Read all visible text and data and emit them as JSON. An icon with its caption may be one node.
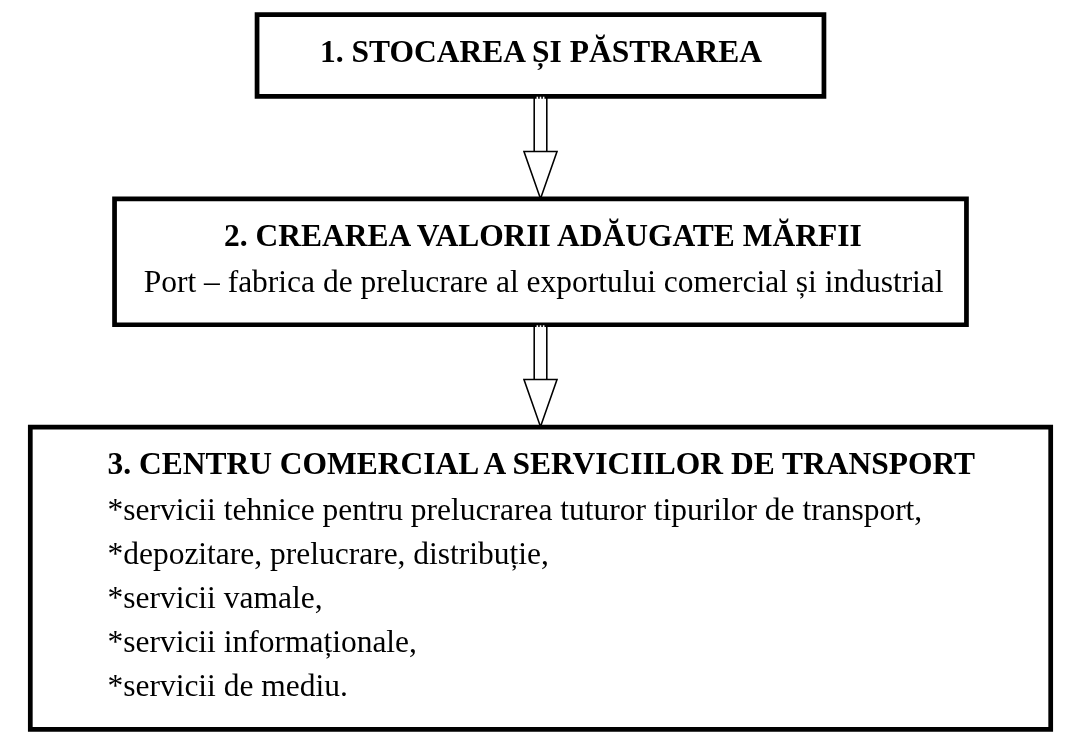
{
  "diagram": {
    "nodes": [
      {
        "text": [
          "1. STOCAREA ȘI PĂSTRAREA"
        ]
      },
      {
        "text": [
          "2. CREAREA VALORII ADĂUGATE MĂRFII",
          "Port – fabrica de prelucrare al exportului comercial și industrial"
        ]
      },
      {
        "text": [
          "3. CENTRU COMERCIAL A SERVICIILOR DE TRANSPORT",
          "*servicii tehnice pentru prelucrarea tuturor tipurilor de transport,",
          "*depozitare, prelucrare, distribuție,",
          "*servicii vamale,",
          "*servicii informaționale,",
          "*servicii de mediu."
        ]
      }
    ],
    "edges": [
      {
        "from": 0,
        "to": 1,
        "arrow": "to"
      },
      {
        "from": 1,
        "to": 2,
        "arrow": "to"
      }
    ]
  }
}
